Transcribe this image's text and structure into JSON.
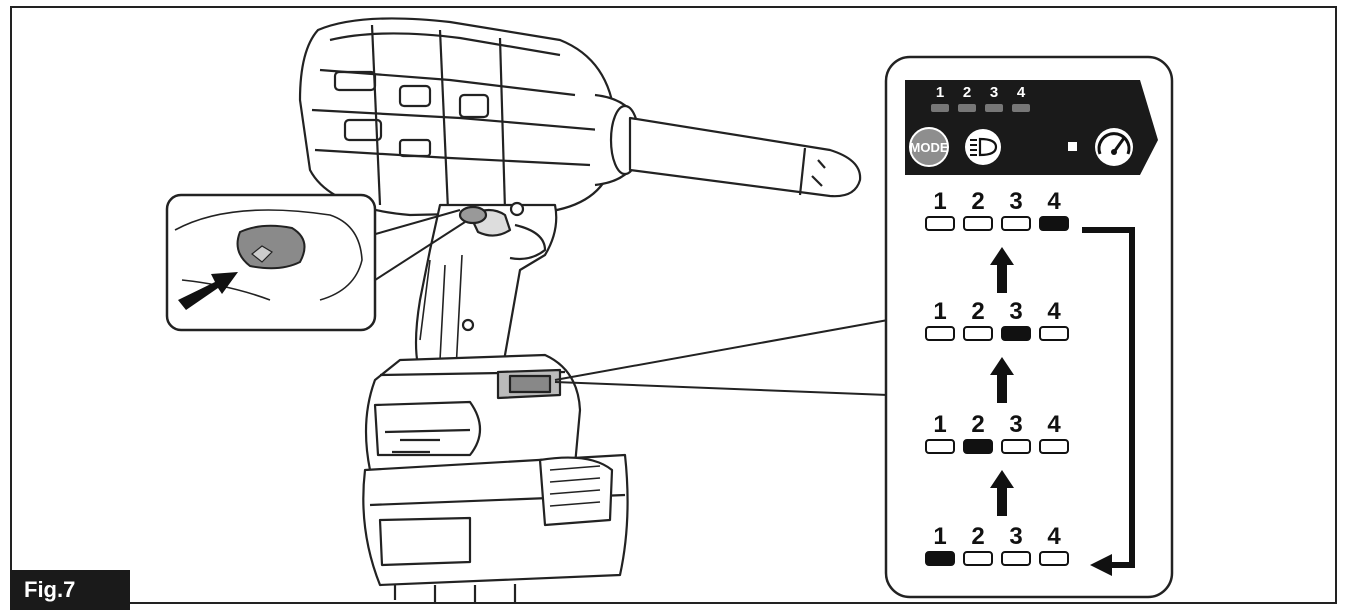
{
  "figure": {
    "label": "Fig.7"
  },
  "panel": {
    "top_numbers": [
      "1",
      "2",
      "3",
      "4"
    ],
    "mode_label": "MODE",
    "icons": [
      "mode-button-icon",
      "light-button-icon",
      "speed-indicator-icon"
    ]
  },
  "sequence": {
    "numbers": [
      "1",
      "2",
      "3",
      "4"
    ],
    "steps_active_index": [
      3,
      2,
      1,
      0
    ],
    "flow": "1 → 2 → 3 → 4 → 1"
  }
}
